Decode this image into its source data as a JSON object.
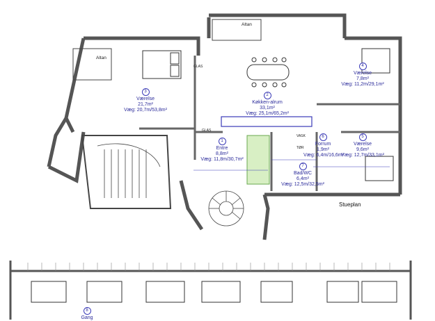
{
  "plan": {
    "floor_label": "Stueplan",
    "balcony_labels": [
      "Altan",
      "Altan"
    ],
    "rooms": [
      {
        "num": "3",
        "name": "Værelse",
        "area": "21,7m²",
        "wall": "Væg: 20,7m/53,8m²"
      },
      {
        "num": "2",
        "name": "Køkken-alrum",
        "area": "33,1m²",
        "wall": "Væg: 25,1m/65,2m²"
      },
      {
        "num": "4",
        "name": "Værelse",
        "area": "7,8m²",
        "wall": "Væg: 11,2m/29,1m²"
      },
      {
        "num": "1",
        "name": "Entre",
        "area": "8,8m²",
        "wall": "Væg: 11,8m/30,7m²"
      },
      {
        "num": "6",
        "name": "Forrum",
        "area": "1,9m²",
        "wall": "Væg: 6,4m/16,6m²"
      },
      {
        "num": "5",
        "name": "Værelse",
        "area": "9,6m²",
        "wall": "Væg: 12,7m/33,1m²"
      },
      {
        "num": "7",
        "name": "Bad/WC",
        "area": "6,4m²",
        "wall": "Væg: 12,5m/32,5m²"
      },
      {
        "num": "8",
        "name": "Gang",
        "area": "",
        "wall": ""
      }
    ],
    "small_tags": [
      "GLAS",
      "GLAS",
      "VASK",
      "TØR"
    ]
  }
}
